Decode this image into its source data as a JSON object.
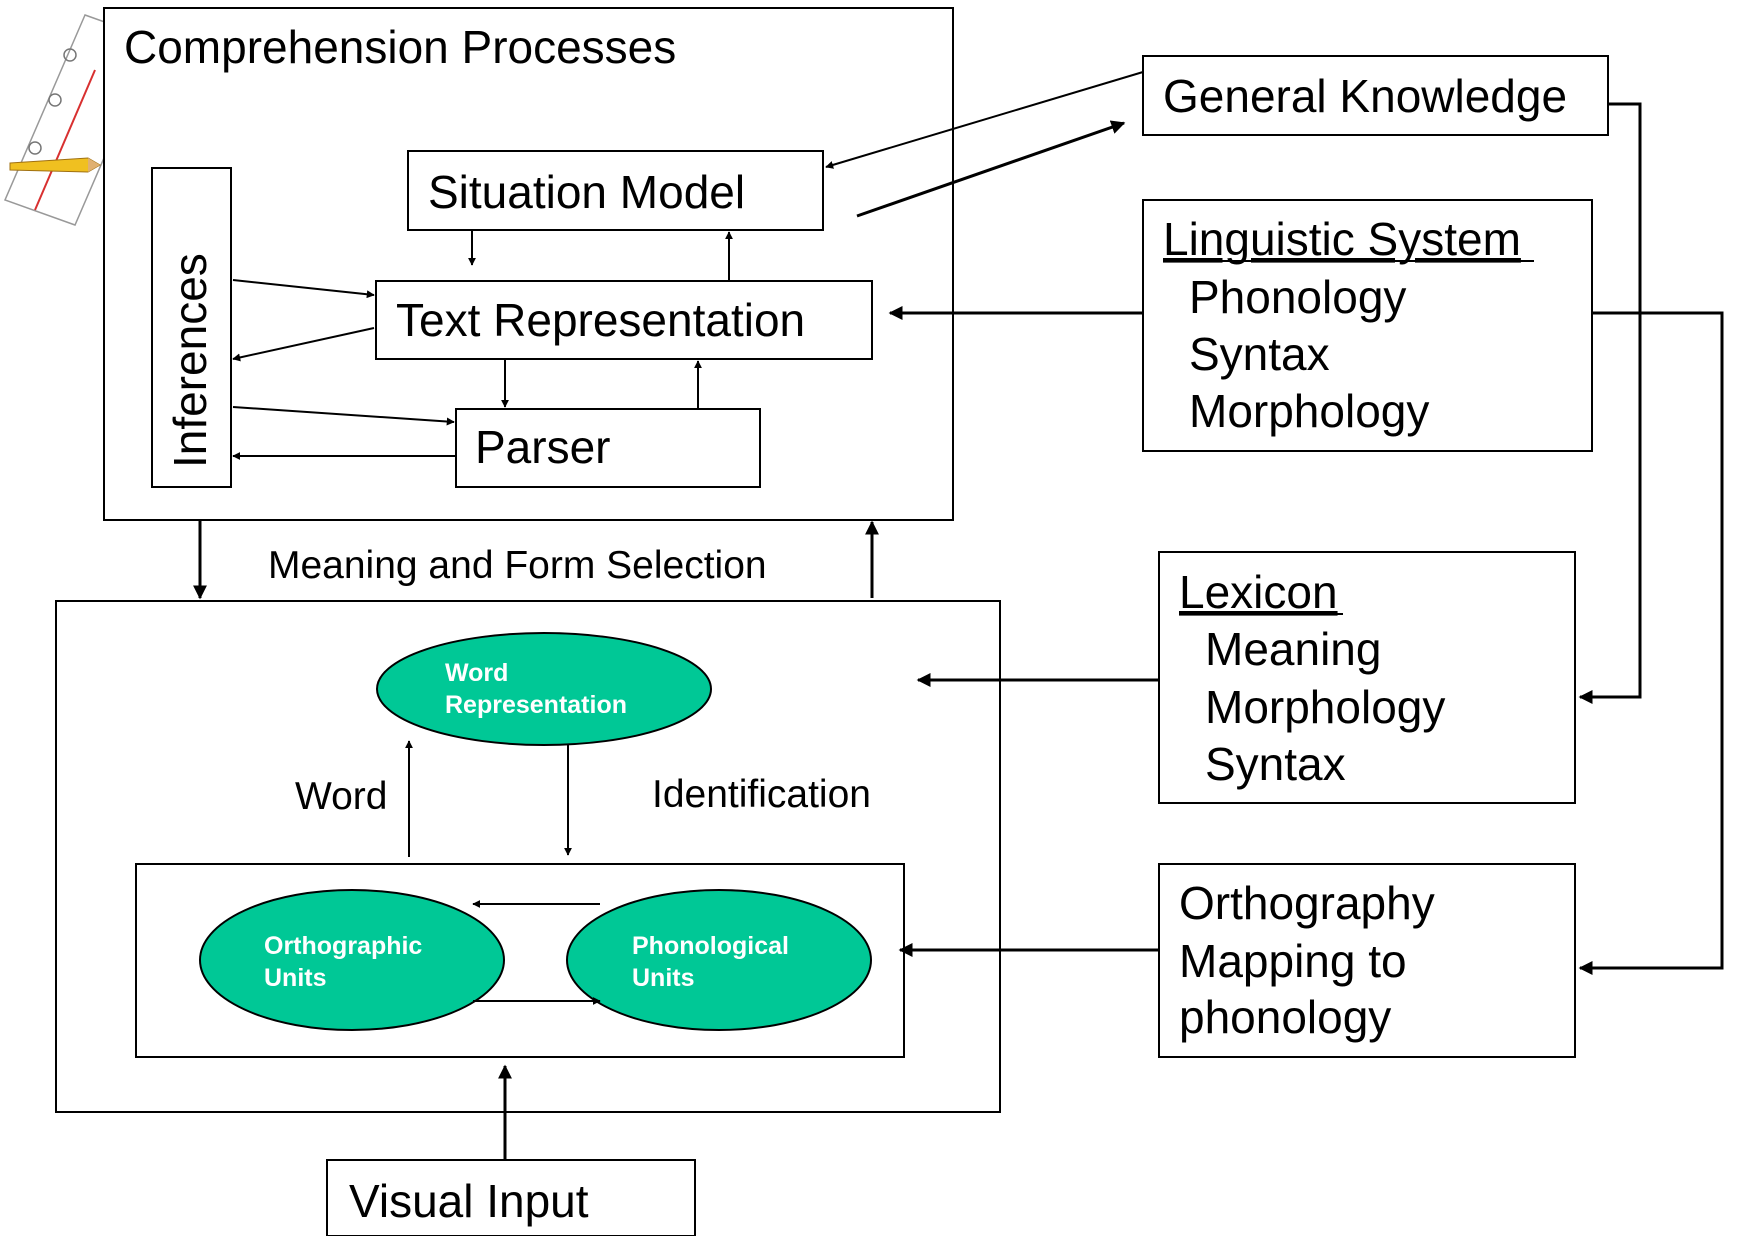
{
  "comprehension": {
    "title": "Comprehension Processes",
    "situation_model": "Situation Model",
    "text_representation": "Text Representation",
    "parser": "Parser",
    "inferences": "Inferences"
  },
  "selection_label": "Meaning and Form Selection",
  "word_identification": {
    "word_representation": [
      "Word",
      "Representation"
    ],
    "orthographic_units": [
      "Orthographic",
      "Units"
    ],
    "phonological_units": [
      "Phonological",
      "Units"
    ],
    "label_word": "Word",
    "label_identification": "Identification"
  },
  "visual_input": "Visual Input",
  "general_knowledge": "General Knowledge",
  "linguistic_system": {
    "title": "Linguistic System",
    "items": [
      "Phonology",
      "Syntax",
      "Morphology"
    ]
  },
  "lexicon": {
    "title": "Lexicon",
    "items": [
      "Meaning",
      "Morphology",
      "Syntax"
    ]
  },
  "orthography": {
    "lines": [
      "Orthography",
      "Mapping to",
      "phonology"
    ]
  },
  "colors": {
    "ellipse_fill": "#00c896",
    "red_line": "#c0202a",
    "pencil": "#f0c020"
  },
  "icons": [
    "pencil-icon",
    "paper-icon"
  ]
}
